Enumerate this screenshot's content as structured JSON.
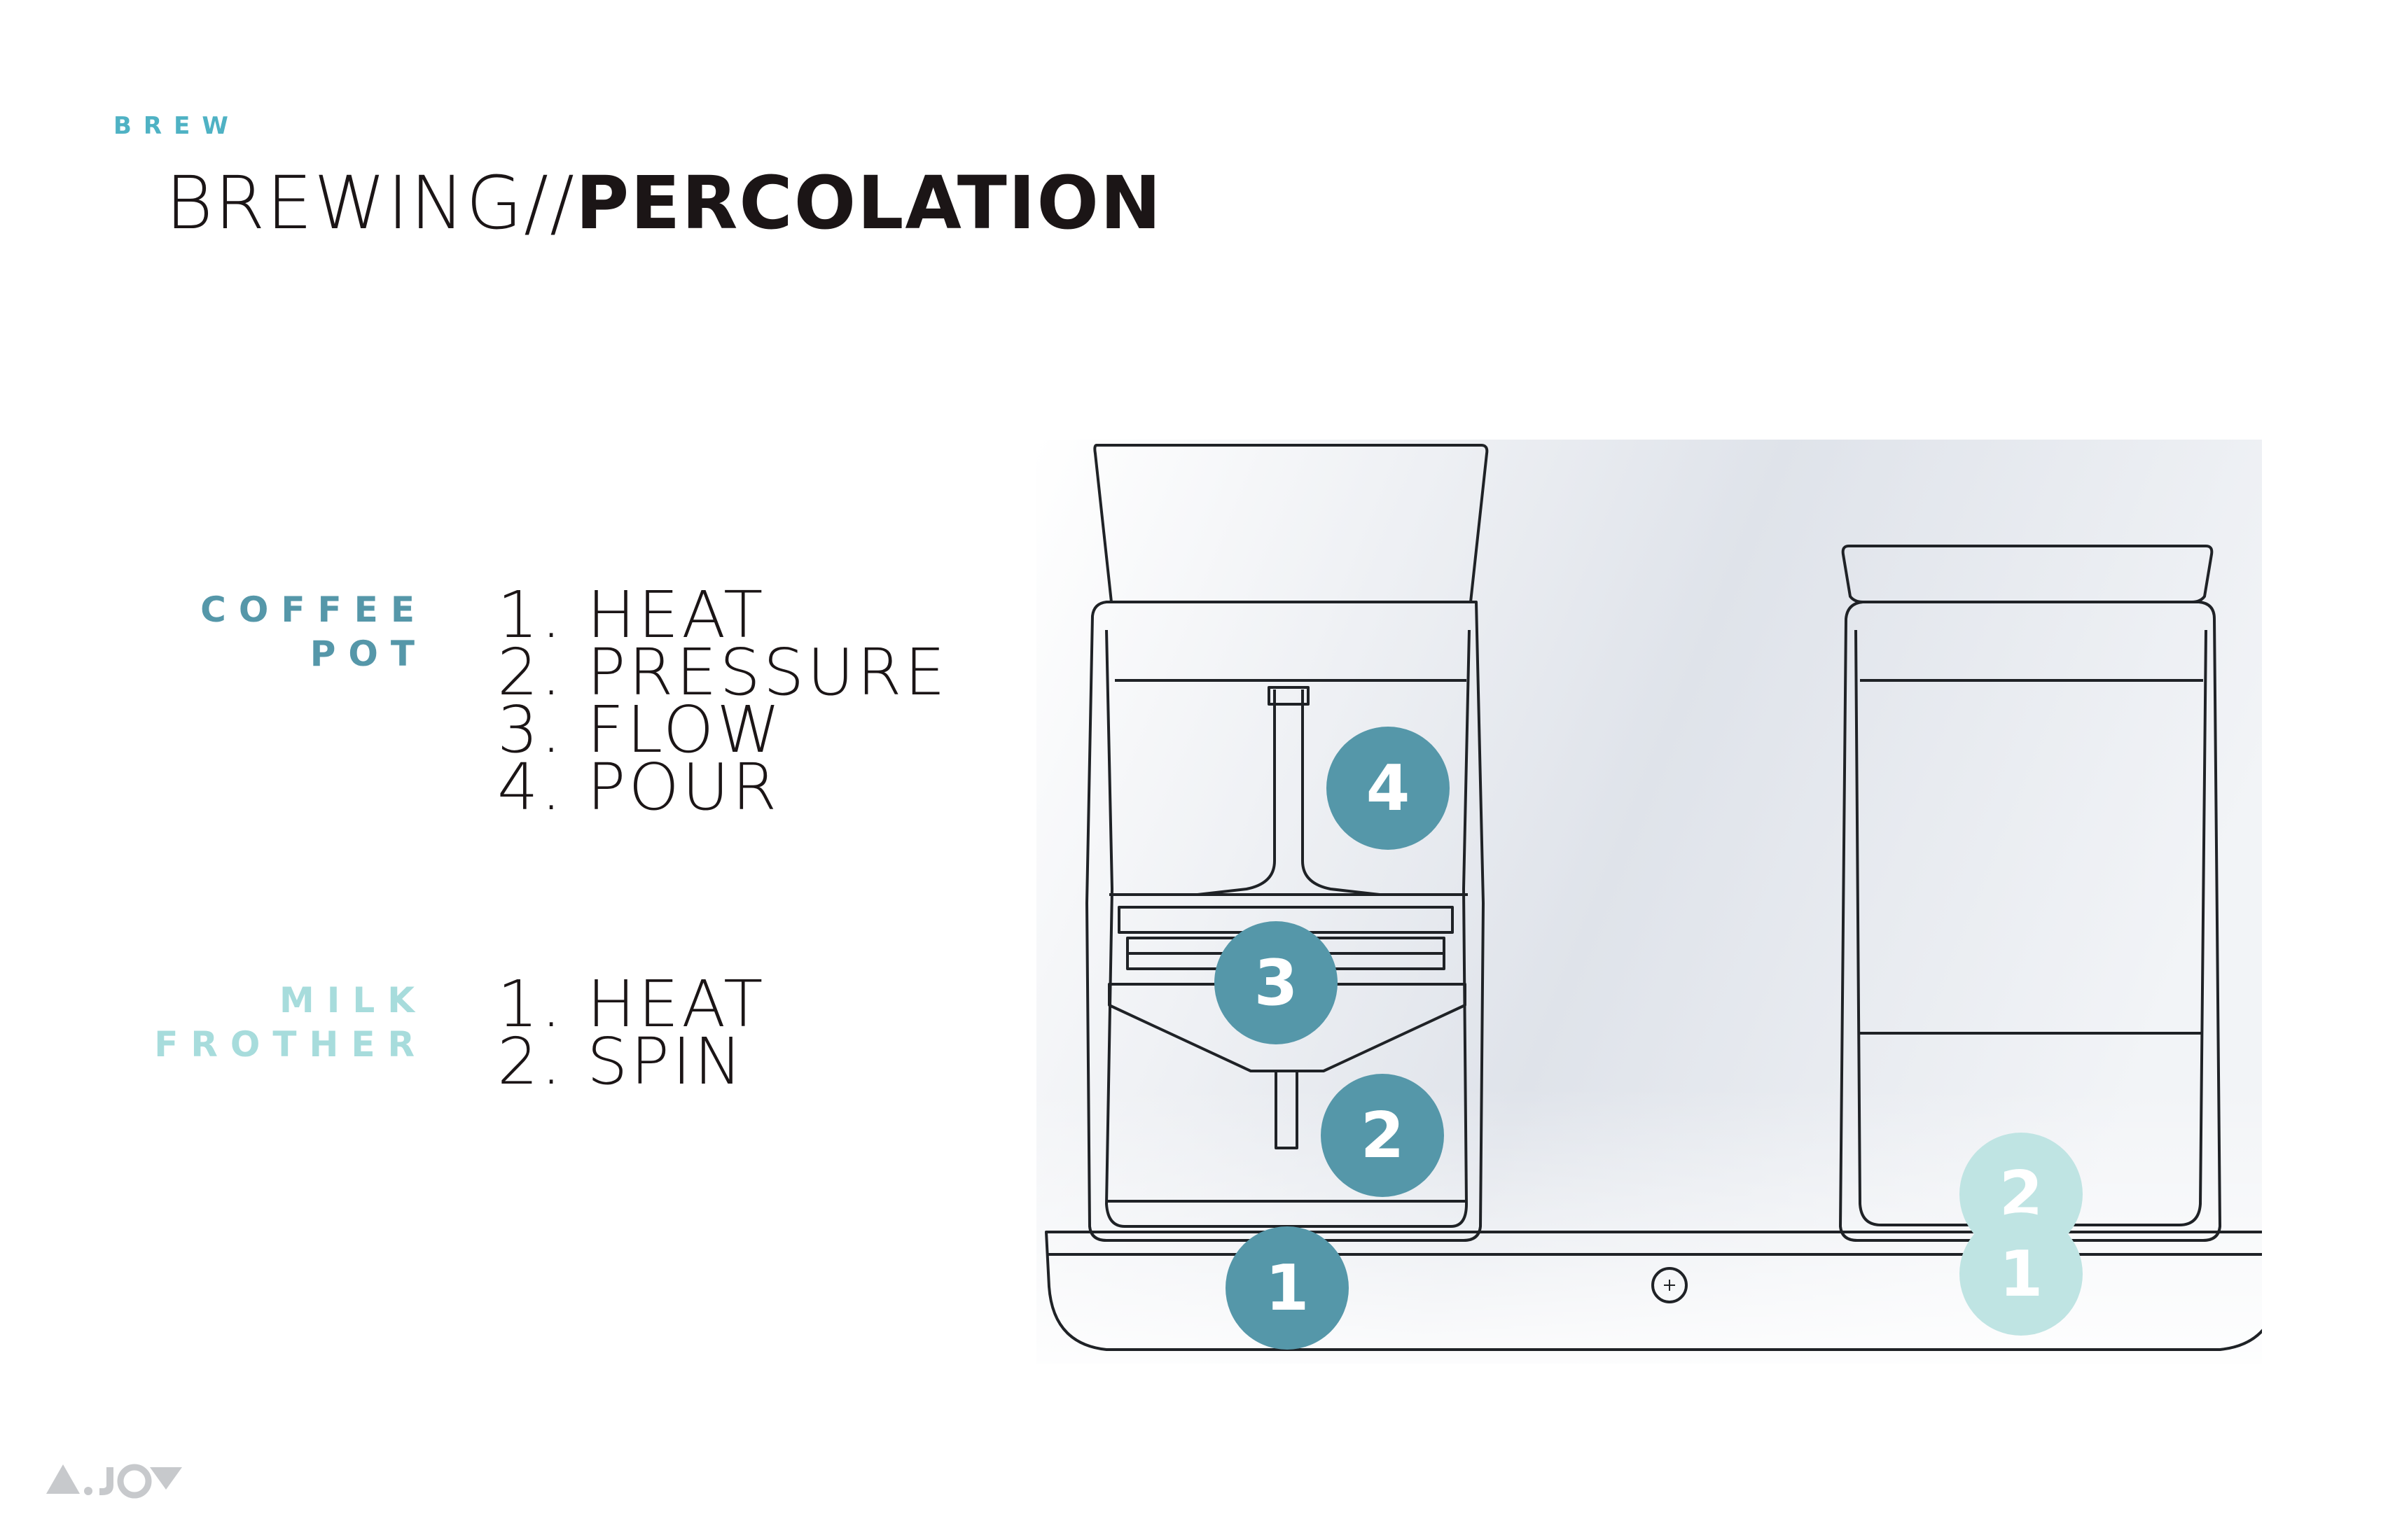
{
  "header": {
    "kicker": "BREW",
    "title_light": "BREWING//",
    "title_bold": "PERCOLATION"
  },
  "coffee_pot": {
    "label_lines": [
      "COFFEE",
      "POT"
    ],
    "steps": [
      {
        "num": "1.",
        "text": "HEAT"
      },
      {
        "num": "2.",
        "text": "PRESSURE"
      },
      {
        "num": "3.",
        "text": "FLOW"
      },
      {
        "num": "4.",
        "text": "POUR"
      }
    ],
    "marker_color": "#5597a9"
  },
  "milk_frother": {
    "label_lines": [
      "MILK",
      "FROTHER"
    ],
    "steps": [
      {
        "num": "1.",
        "text": "HEAT"
      },
      {
        "num": "2.",
        "text": "SPIN"
      }
    ],
    "marker_color": "#a7dcdc"
  },
  "diagram": {
    "coffee_markers": [
      "4",
      "3",
      "2",
      "1"
    ],
    "milk_markers": [
      "2",
      "1"
    ]
  },
  "logo": {
    "text": "A.JOY",
    "icon": "ajoy-logo-icon"
  }
}
